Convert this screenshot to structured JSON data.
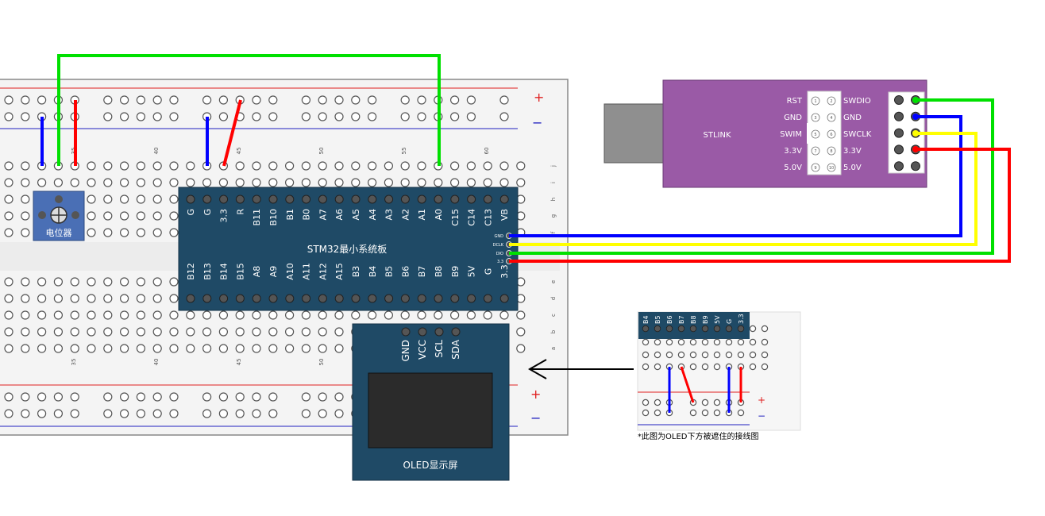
{
  "breadboard": {
    "col_numbers": [
      "35",
      "40",
      "45",
      "50",
      "55",
      "60"
    ],
    "row_letters_top": [
      "j",
      "i",
      "h",
      "g",
      "f"
    ],
    "row_letters_bottom": [
      "e",
      "d",
      "c",
      "b",
      "a"
    ],
    "rail_plus": "+",
    "rail_minus": "−"
  },
  "potentiometer": {
    "label": "电位器"
  },
  "stm32": {
    "title": "STM32最小系统板",
    "top_pins": [
      "G",
      "G",
      "3.3",
      "R",
      "B11",
      "B10",
      "B1",
      "B0",
      "A7",
      "A6",
      "A5",
      "A4",
      "A3",
      "A2",
      "A1",
      "A0",
      "C15",
      "C14",
      "C13",
      "VB"
    ],
    "bottom_pins": [
      "B12",
      "B13",
      "B14",
      "B15",
      "A8",
      "A9",
      "A10",
      "A11",
      "A12",
      "A15",
      "B3",
      "B4",
      "B5",
      "B6",
      "B7",
      "B8",
      "B9",
      "5V",
      "G",
      "3.3"
    ],
    "side_pins": [
      "GND",
      "DCLK",
      "DIO",
      "3.3"
    ]
  },
  "stlink": {
    "title": "STLINK",
    "left_labels": [
      "RST",
      "GND",
      "SWIM",
      "3.3V",
      "5.0V"
    ],
    "right_labels": [
      "SWDIO",
      "GND",
      "SWCLK",
      "3.3V",
      "5.0V"
    ],
    "pin_numbers": [
      "1",
      "2",
      "3",
      "4",
      "5",
      "6",
      "7",
      "8",
      "9",
      "10"
    ]
  },
  "oled": {
    "title": "OLED显示屏",
    "pins": [
      "GND",
      "VCC",
      "SCL",
      "SDA"
    ]
  },
  "inset": {
    "pins": [
      "B4",
      "B5",
      "B6",
      "B7",
      "B8",
      "B9",
      "5V",
      "G",
      "3.3"
    ],
    "caption": "*此图为OLED下方被遮住的接线图",
    "plus": "+",
    "minus": "−"
  },
  "colors": {
    "green": "#00e000",
    "red": "#ff0000",
    "blue": "#0000ff",
    "yellow": "#ffff00",
    "board_blue": "#1f4a66",
    "stlink_purple": "#9a5aa6",
    "pot_blue": "#4a6fb5"
  }
}
